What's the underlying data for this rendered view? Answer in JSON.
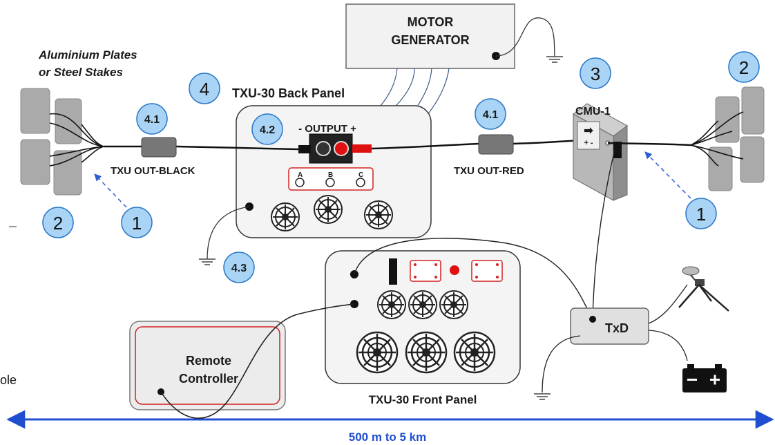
{
  "labels": {
    "motor_line1": "MOTOR",
    "motor_line2": "GENERATOR",
    "electrodes_line1": "Aluminium Plates",
    "electrodes_line2": "or Steel Stakes",
    "back_panel": "TXU-30 Back Panel",
    "front_panel": "TXU-30 Front Panel",
    "output": "- OUTPUT +",
    "phase_a": "A",
    "phase_b": "B",
    "phase_c": "C",
    "out_black": "TXU OUT-BLACK",
    "out_red": "TXU OUT-RED",
    "cmu": "CMU-1",
    "txd": "TxD",
    "remote_line1": "Remote",
    "remote_line2": "Controller",
    "distance": "500 m to 5 km",
    "edge_fragment": "ole"
  },
  "callouts": {
    "c1_left": "1",
    "c1_right": "1",
    "c2_left": "2",
    "c2_right": "2",
    "c3": "3",
    "c4": "4",
    "c41_left": "4.1",
    "c41_right": "4.1",
    "c42": "4.2",
    "c43": "4.3"
  },
  "colors": {
    "callout_fill": "#a9d4f5",
    "callout_stroke": "#2b78c8",
    "distance_arrow": "#1f4fd0",
    "output_red": "#e01010",
    "panel_red": "#d42020"
  }
}
